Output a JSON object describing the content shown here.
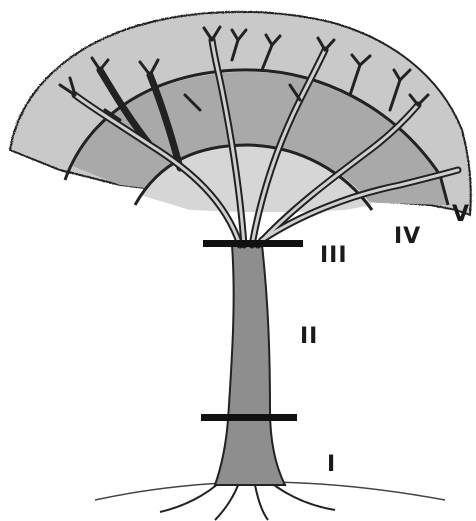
{
  "colors": {
    "background": "#ffffff",
    "crown_outer": "#c9c9c9",
    "crown_mid": "#a9a9a9",
    "crown_inner": "#d6d6d6",
    "trunk": "#8e8e8e",
    "outline": "#222222",
    "bands": "#111111"
  },
  "zones": {
    "I": "I",
    "II": "II",
    "III": "III",
    "IV": "IV",
    "V": "V"
  }
}
